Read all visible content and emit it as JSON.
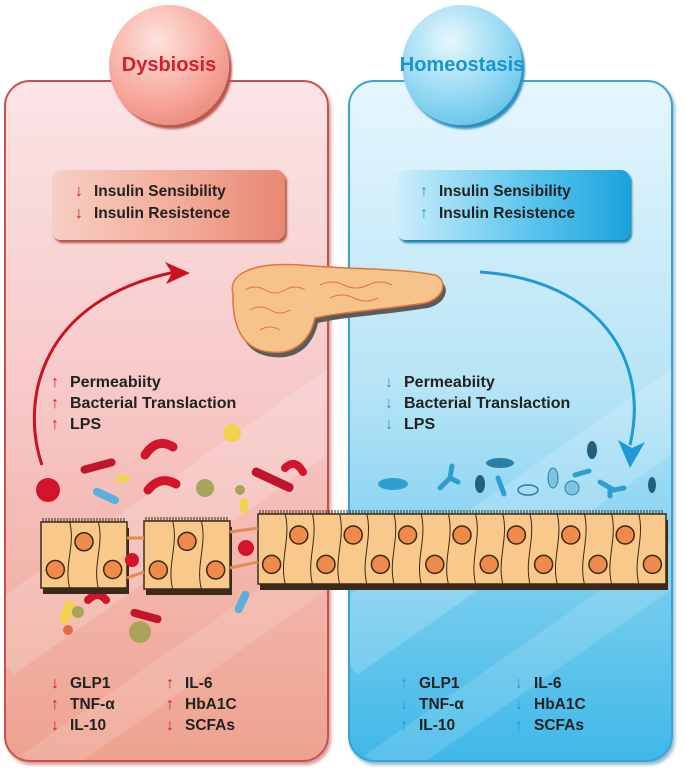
{
  "panels": {
    "dysbiosis": {
      "title": "Dysbiosis",
      "accent": "#d71f2b",
      "insulin": [
        {
          "direction": "down",
          "label": "Insulin Sensibility"
        },
        {
          "direction": "down",
          "label": "Insulin Resistence"
        }
      ],
      "gut_effects": [
        {
          "direction": "up",
          "label": "Permeabiity"
        },
        {
          "direction": "up",
          "label": "Bacterial Translaction"
        },
        {
          "direction": "up",
          "label": "LPS"
        }
      ],
      "markers": [
        {
          "direction": "down",
          "label": "GLP1"
        },
        {
          "direction": "up",
          "label": "IL-6"
        },
        {
          "direction": "up",
          "label": "TNF-α"
        },
        {
          "direction": "up",
          "label": "HbA1C"
        },
        {
          "direction": "down",
          "label": "IL-10"
        },
        {
          "direction": "down",
          "label": "SCFAs"
        }
      ]
    },
    "homeostasis": {
      "title": "Homeostasis",
      "accent": "#1e9ad6",
      "insulin": [
        {
          "direction": "up",
          "label": "Insulin Sensibility"
        },
        {
          "direction": "up",
          "label": "Insulin Resistence"
        }
      ],
      "gut_effects": [
        {
          "direction": "down",
          "label": "Permeabiity"
        },
        {
          "direction": "down",
          "label": "Bacterial Translaction"
        },
        {
          "direction": "down",
          "label": "LPS"
        }
      ],
      "markers": [
        {
          "direction": "up",
          "label": "GLP1"
        },
        {
          "direction": "down",
          "label": "IL-6"
        },
        {
          "direction": "down",
          "label": "TNF-α"
        },
        {
          "direction": "down",
          "label": "HbA1C"
        },
        {
          "direction": "up",
          "label": "IL-10"
        },
        {
          "direction": "up",
          "label": "SCFAs"
        }
      ]
    }
  },
  "arrow_glyphs": {
    "up": "🠕",
    "down": "🠗"
  },
  "center_organ": "pancreas",
  "illustration": "intestinal-epithelium"
}
